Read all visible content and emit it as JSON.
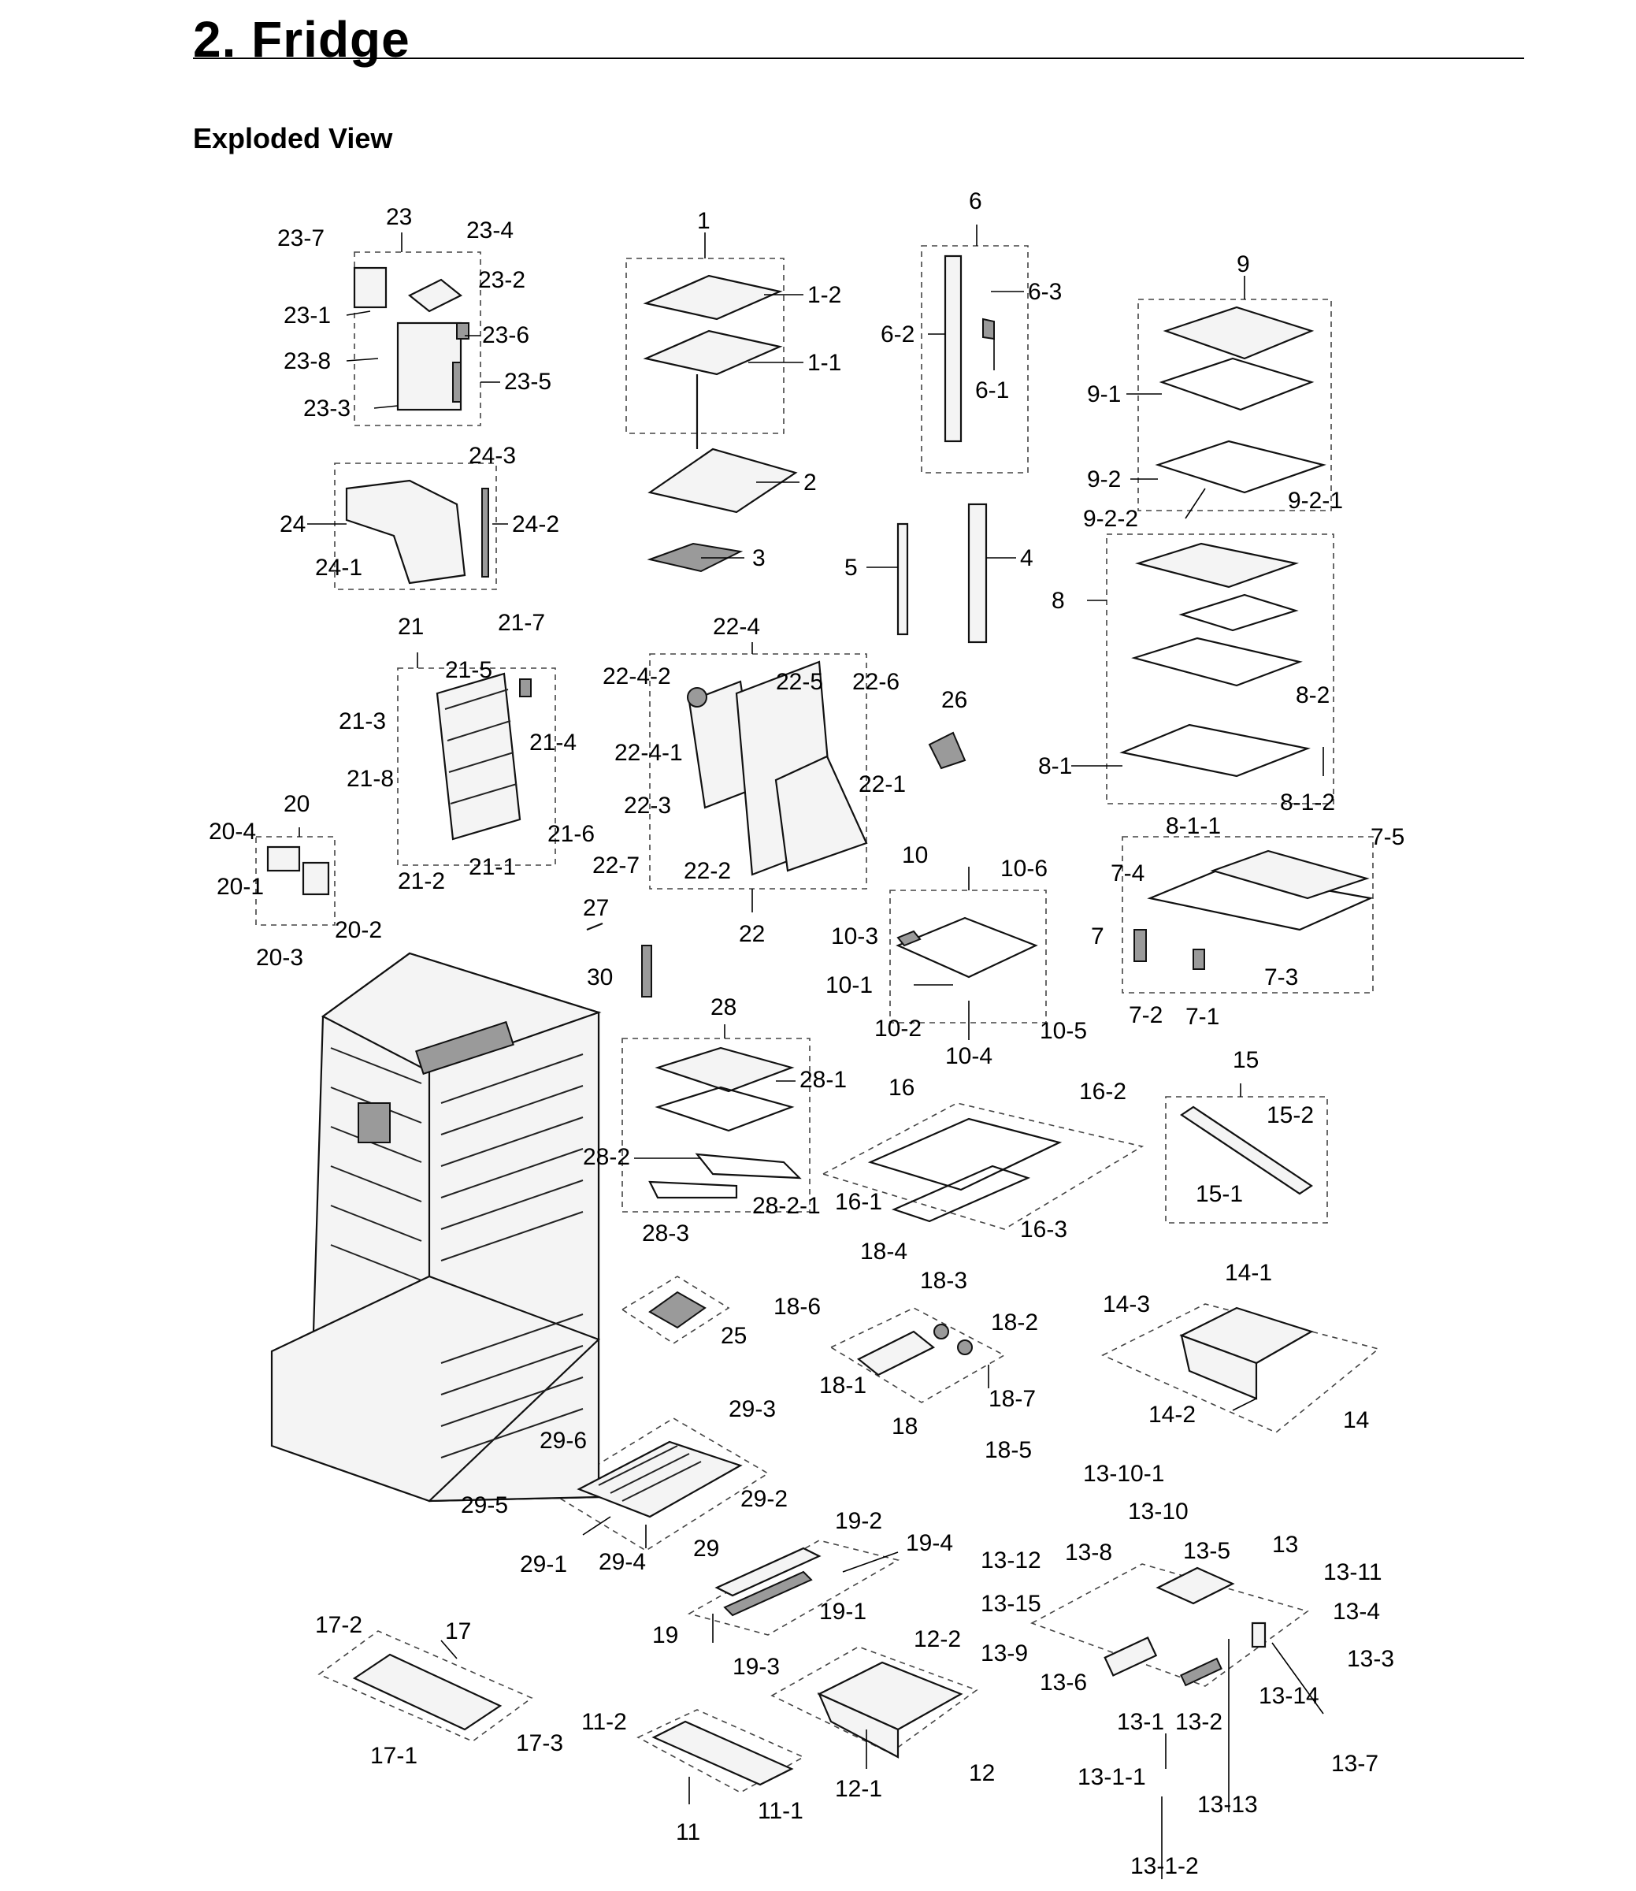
{
  "header": {
    "title": "2.  Fridge",
    "section": "Exploded View"
  },
  "callouts": [
    {
      "id": "p23",
      "text": "23"
    },
    {
      "id": "p23-7",
      "text": "23-7"
    },
    {
      "id": "p23-4",
      "text": "23-4"
    },
    {
      "id": "p23-2",
      "text": "23-2"
    },
    {
      "id": "p23-1",
      "text": "23-1"
    },
    {
      "id": "p23-6",
      "text": "23-6"
    },
    {
      "id": "p23-8",
      "text": "23-8"
    },
    {
      "id": "p23-5",
      "text": "23-5"
    },
    {
      "id": "p23-3",
      "text": "23-3"
    },
    {
      "id": "p24-3",
      "text": "24-3"
    },
    {
      "id": "p24",
      "text": "24"
    },
    {
      "id": "p24-2",
      "text": "24-2"
    },
    {
      "id": "p24-1",
      "text": "24-1"
    },
    {
      "id": "p1",
      "text": "1"
    },
    {
      "id": "p1-2",
      "text": "1-2"
    },
    {
      "id": "p1-1",
      "text": "1-1"
    },
    {
      "id": "p2",
      "text": "2"
    },
    {
      "id": "p3",
      "text": "3"
    },
    {
      "id": "p6",
      "text": "6"
    },
    {
      "id": "p6-3",
      "text": "6-3"
    },
    {
      "id": "p6-2",
      "text": "6-2"
    },
    {
      "id": "p6-1",
      "text": "6-1"
    },
    {
      "id": "p5",
      "text": "5"
    },
    {
      "id": "p4",
      "text": "4"
    },
    {
      "id": "p9",
      "text": "9"
    },
    {
      "id": "p9-1",
      "text": "9-1"
    },
    {
      "id": "p9-2",
      "text": "9-2"
    },
    {
      "id": "p9-2-1",
      "text": "9-2-1"
    },
    {
      "id": "p9-2-2",
      "text": "9-2-2"
    },
    {
      "id": "p8",
      "text": "8"
    },
    {
      "id": "p8-2",
      "text": "8-2"
    },
    {
      "id": "p8-1",
      "text": "8-1"
    },
    {
      "id": "p8-1-2",
      "text": "8-1-2"
    },
    {
      "id": "p8-1-1",
      "text": "8-1-1"
    },
    {
      "id": "p21",
      "text": "21"
    },
    {
      "id": "p21-7",
      "text": "21-7"
    },
    {
      "id": "p21-5",
      "text": "21-5"
    },
    {
      "id": "p21-3",
      "text": "21-3"
    },
    {
      "id": "p21-4",
      "text": "21-4"
    },
    {
      "id": "p21-8",
      "text": "21-8"
    },
    {
      "id": "p21-6",
      "text": "21-6"
    },
    {
      "id": "p21-2",
      "text": "21-2"
    },
    {
      "id": "p21-1",
      "text": "21-1"
    },
    {
      "id": "p22-4",
      "text": "22-4"
    },
    {
      "id": "p22-4-2",
      "text": "22-4-2"
    },
    {
      "id": "p22-5",
      "text": "22-5"
    },
    {
      "id": "p22-6",
      "text": "22-6"
    },
    {
      "id": "p22-4-1",
      "text": "22-4-1"
    },
    {
      "id": "p22-1",
      "text": "22-1"
    },
    {
      "id": "p22-3",
      "text": "22-3"
    },
    {
      "id": "p22-7",
      "text": "22-7"
    },
    {
      "id": "p22-2",
      "text": "22-2"
    },
    {
      "id": "p22",
      "text": "22"
    },
    {
      "id": "p26",
      "text": "26"
    },
    {
      "id": "p20",
      "text": "20"
    },
    {
      "id": "p20-4",
      "text": "20-4"
    },
    {
      "id": "p20-1",
      "text": "20-1"
    },
    {
      "id": "p20-2",
      "text": "20-2"
    },
    {
      "id": "p20-3",
      "text": "20-3"
    },
    {
      "id": "p27",
      "text": "27"
    },
    {
      "id": "p30",
      "text": "30"
    },
    {
      "id": "p10",
      "text": "10"
    },
    {
      "id": "p10-6",
      "text": "10-6"
    },
    {
      "id": "p10-3",
      "text": "10-3"
    },
    {
      "id": "p10-1",
      "text": "10-1"
    },
    {
      "id": "p10-2",
      "text": "10-2"
    },
    {
      "id": "p10-4",
      "text": "10-4"
    },
    {
      "id": "p10-5",
      "text": "10-5"
    },
    {
      "id": "p7-5",
      "text": "7-5"
    },
    {
      "id": "p7-4",
      "text": "7-4"
    },
    {
      "id": "p7",
      "text": "7"
    },
    {
      "id": "p7-3",
      "text": "7-3"
    },
    {
      "id": "p7-2",
      "text": "7-2"
    },
    {
      "id": "p7-1",
      "text": "7-1"
    },
    {
      "id": "p28",
      "text": "28"
    },
    {
      "id": "p28-1",
      "text": "28-1"
    },
    {
      "id": "p28-2",
      "text": "28-2"
    },
    {
      "id": "p28-2-1",
      "text": "28-2-1"
    },
    {
      "id": "p28-3",
      "text": "28-3"
    },
    {
      "id": "p16",
      "text": "16"
    },
    {
      "id": "p16-2",
      "text": "16-2"
    },
    {
      "id": "p16-1",
      "text": "16-1"
    },
    {
      "id": "p16-3",
      "text": "16-3"
    },
    {
      "id": "p15",
      "text": "15"
    },
    {
      "id": "p15-2",
      "text": "15-2"
    },
    {
      "id": "p15-1",
      "text": "15-1"
    },
    {
      "id": "p25",
      "text": "25"
    },
    {
      "id": "p18-4",
      "text": "18-4"
    },
    {
      "id": "p18-3",
      "text": "18-3"
    },
    {
      "id": "p18-6",
      "text": "18-6"
    },
    {
      "id": "p18-2",
      "text": "18-2"
    },
    {
      "id": "p18-1",
      "text": "18-1"
    },
    {
      "id": "p18-7",
      "text": "18-7"
    },
    {
      "id": "p18",
      "text": "18"
    },
    {
      "id": "p18-5",
      "text": "18-5"
    },
    {
      "id": "p14-1",
      "text": "14-1"
    },
    {
      "id": "p14-3",
      "text": "14-3"
    },
    {
      "id": "p14-2",
      "text": "14-2"
    },
    {
      "id": "p14",
      "text": "14"
    },
    {
      "id": "p29-3",
      "text": "29-3"
    },
    {
      "id": "p29-6",
      "text": "29-6"
    },
    {
      "id": "p29-2",
      "text": "29-2"
    },
    {
      "id": "p29-5",
      "text": "29-5"
    },
    {
      "id": "p29-1",
      "text": "29-1"
    },
    {
      "id": "p29-4",
      "text": "29-4"
    },
    {
      "id": "p29",
      "text": "29"
    },
    {
      "id": "p19-2",
      "text": "19-2"
    },
    {
      "id": "p19-4",
      "text": "19-4"
    },
    {
      "id": "p19-1",
      "text": "19-1"
    },
    {
      "id": "p19",
      "text": "19"
    },
    {
      "id": "p19-3",
      "text": "19-3"
    },
    {
      "id": "p17-2",
      "text": "17-2"
    },
    {
      "id": "p17",
      "text": "17"
    },
    {
      "id": "p17-1",
      "text": "17-1"
    },
    {
      "id": "p17-3",
      "text": "17-3"
    },
    {
      "id": "p11-2",
      "text": "11-2"
    },
    {
      "id": "p11-1",
      "text": "11-1"
    },
    {
      "id": "p11",
      "text": "11"
    },
    {
      "id": "p12-2",
      "text": "12-2"
    },
    {
      "id": "p12-1",
      "text": "12-1"
    },
    {
      "id": "p12",
      "text": "12"
    },
    {
      "id": "p13-10-1",
      "text": "13-10-1"
    },
    {
      "id": "p13-10",
      "text": "13-10"
    },
    {
      "id": "p13-12",
      "text": "13-12"
    },
    {
      "id": "p13-8",
      "text": "13-8"
    },
    {
      "id": "p13-5",
      "text": "13-5"
    },
    {
      "id": "p13",
      "text": "13"
    },
    {
      "id": "p13-11",
      "text": "13-11"
    },
    {
      "id": "p13-15",
      "text": "13-15"
    },
    {
      "id": "p13-4",
      "text": "13-4"
    },
    {
      "id": "p13-9",
      "text": "13-9"
    },
    {
      "id": "p13-3",
      "text": "13-3"
    },
    {
      "id": "p13-6",
      "text": "13-6"
    },
    {
      "id": "p13-14",
      "text": "13-14"
    },
    {
      "id": "p13-1",
      "text": "13-1"
    },
    {
      "id": "p13-2",
      "text": "13-2"
    },
    {
      "id": "p13-7",
      "text": "13-7"
    },
    {
      "id": "p13-1-1",
      "text": "13-1-1"
    },
    {
      "id": "p13-13",
      "text": "13-13"
    },
    {
      "id": "p13-1-2",
      "text": "13-1-2"
    }
  ]
}
